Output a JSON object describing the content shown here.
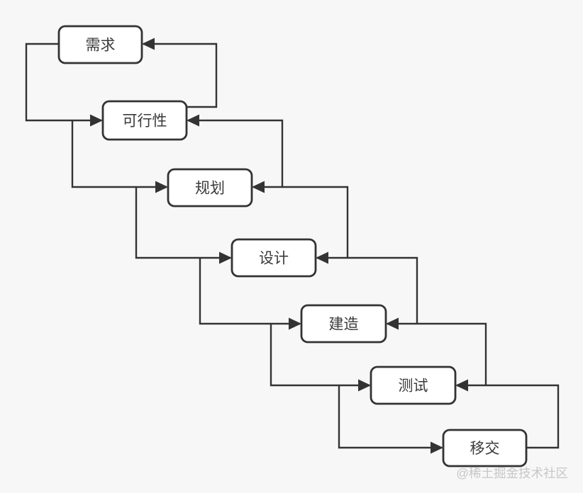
{
  "diagram": {
    "type": "flowchart-waterfall-model",
    "colors": {
      "background": "#f7f7f7",
      "node_fill": "#ffffff",
      "stroke": "#333333",
      "label": "#3a3a3a",
      "watermark": "#c7c7c7"
    },
    "nodes": [
      {
        "id": "requirements",
        "label": "需求"
      },
      {
        "id": "feasibility",
        "label": "可行性"
      },
      {
        "id": "planning",
        "label": "规划"
      },
      {
        "id": "design",
        "label": "设计"
      },
      {
        "id": "construction",
        "label": "建造"
      },
      {
        "id": "testing",
        "label": "测试"
      },
      {
        "id": "handover",
        "label": "移交"
      }
    ],
    "edges": [
      {
        "from": "requirements",
        "to": "feasibility",
        "type": "forward"
      },
      {
        "from": "feasibility",
        "to": "planning",
        "type": "forward"
      },
      {
        "from": "planning",
        "to": "design",
        "type": "forward"
      },
      {
        "from": "design",
        "to": "construction",
        "type": "forward"
      },
      {
        "from": "construction",
        "to": "testing",
        "type": "forward"
      },
      {
        "from": "testing",
        "to": "handover",
        "type": "forward"
      },
      {
        "from": "feasibility",
        "to": "requirements",
        "type": "feedback"
      },
      {
        "from": "planning",
        "to": "feasibility",
        "type": "feedback"
      },
      {
        "from": "design",
        "to": "planning",
        "type": "feedback"
      },
      {
        "from": "construction",
        "to": "design",
        "type": "feedback"
      },
      {
        "from": "testing",
        "to": "construction",
        "type": "feedback"
      },
      {
        "from": "handover",
        "to": "testing",
        "type": "feedback"
      }
    ]
  },
  "watermark": {
    "text": "@稀土掘金技术社区"
  }
}
